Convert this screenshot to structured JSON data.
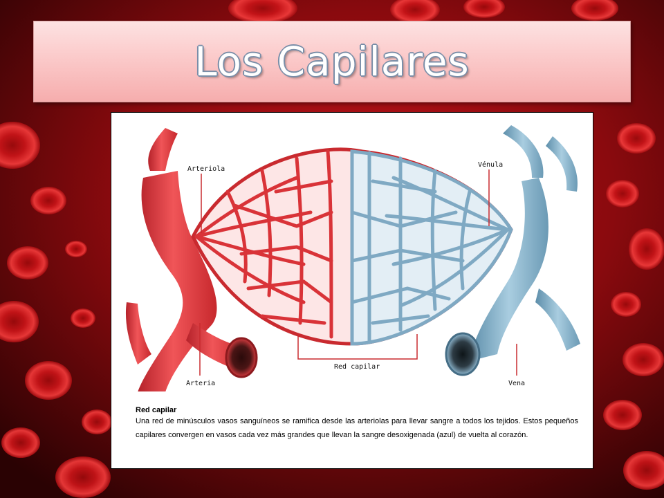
{
  "slide": {
    "title": "Los Capilares"
  },
  "figure": {
    "labels": {
      "arteriola": "Arteriola",
      "venula": "Vénula",
      "red_capilar": "Red capilar",
      "arteria": "Arteria",
      "vena": "Vena"
    },
    "caption_title": "Red capilar",
    "caption_text": "Una red de minúsculos vasos sanguíneos se ramifica desde las arteriolas para llevar sangre a todos los tejidos. Estos pequeños capilares convergen en vasos cada vez más grandes que llevan la sangre desoxigenada (azul) de vuelta al corazón."
  },
  "colors": {
    "artery": "#e23a3d",
    "artery_dark": "#a81c20",
    "vein": "#8fb8d0",
    "vein_dark": "#4d7f9c",
    "background": "#5a0708",
    "blood_cell": "#d11416"
  }
}
